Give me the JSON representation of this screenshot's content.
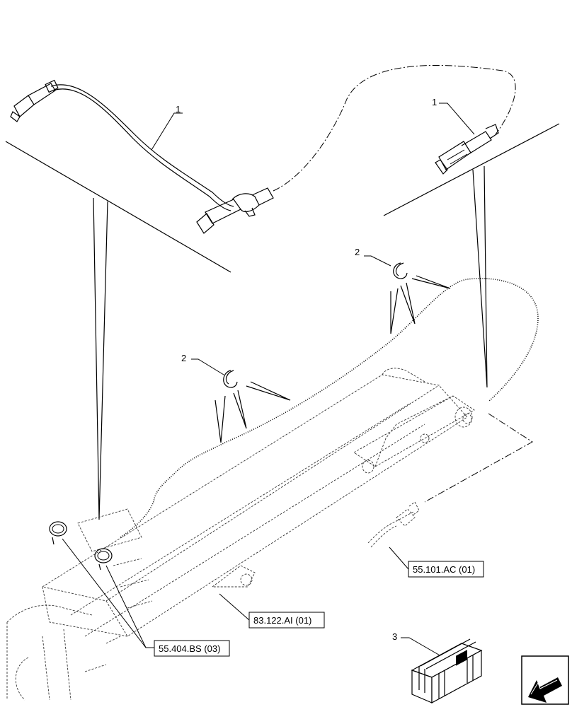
{
  "callouts": {
    "item1_left": "1",
    "item1_right": "1",
    "item2_upper": "2",
    "item2_lower": "2",
    "item3": "3"
  },
  "references": {
    "ref_55101": "55.101.AC (01)",
    "ref_83122": "83.122.AI (01)",
    "ref_55404": "55.404.BS (03)"
  },
  "icons": {
    "nav_arrow": "arrow-icon",
    "kit_box": "kit-box-icon"
  }
}
